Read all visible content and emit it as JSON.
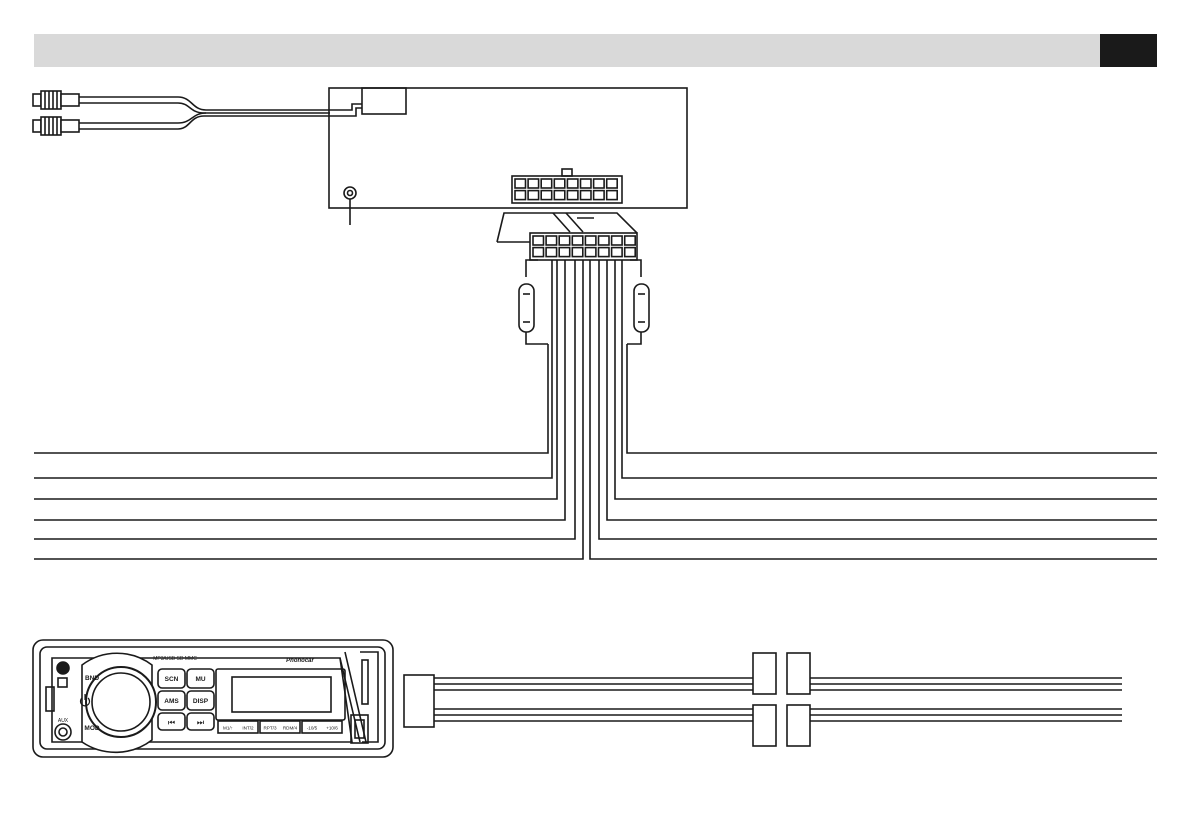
{
  "header": {
    "title": "",
    "page_tab": ""
  },
  "radio": {
    "model_text": "MP3/USB SD MMC",
    "brand": "Phonocar",
    "buttons": {
      "band": "BND",
      "scan": "SCN",
      "mute": "MU",
      "ams": "AMS",
      "disp": "DISP",
      "mod": "MOD",
      "aux": "AUX"
    },
    "presets": [
      "M1/↑",
      "INT/2",
      "RPT/3",
      "RDM/4",
      "-10/5",
      "+10/6"
    ]
  },
  "colors": {
    "line": "#1a1a1a",
    "header_bar": "#d9d9d9",
    "page_tab": "#1a1a1a"
  }
}
